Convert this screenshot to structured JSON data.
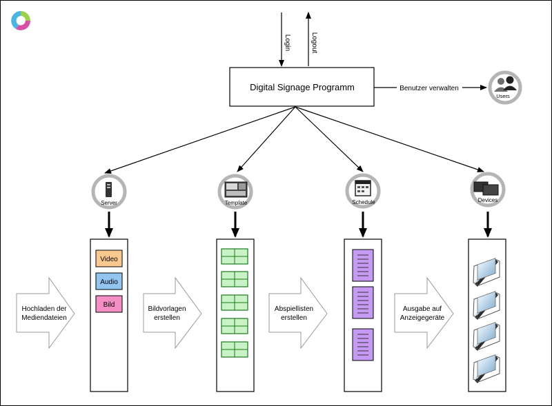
{
  "main_box": {
    "label": "Digital Signage Programm"
  },
  "login": {
    "label": "Login"
  },
  "logout": {
    "label": "Logout"
  },
  "users": {
    "edge_label": "Benutzer verwalten",
    "icon_label": "Users"
  },
  "modules": [
    {
      "icon_label": "Server"
    },
    {
      "icon_label": "Template"
    },
    {
      "icon_label": "Schedule"
    },
    {
      "icon_label": "Devices"
    }
  ],
  "media": {
    "video": "Video",
    "audio": "Audio",
    "bild": "Bild"
  },
  "steps": [
    {
      "line1": "Hochladen der",
      "line2": "Mediendateien"
    },
    {
      "line1": "Bildvorlagen",
      "line2": "erstellen"
    },
    {
      "line1": "Abspiellisten",
      "line2": "erstellen"
    },
    {
      "line1": "Ausgabe auf",
      "line2": "Anzeigegeräte"
    }
  ],
  "colors": {
    "video": "#fbc98f",
    "audio": "#93c4f2",
    "bild": "#f58ec4",
    "template_cell": "#c9f2c6",
    "playlist": "#c69af2"
  }
}
